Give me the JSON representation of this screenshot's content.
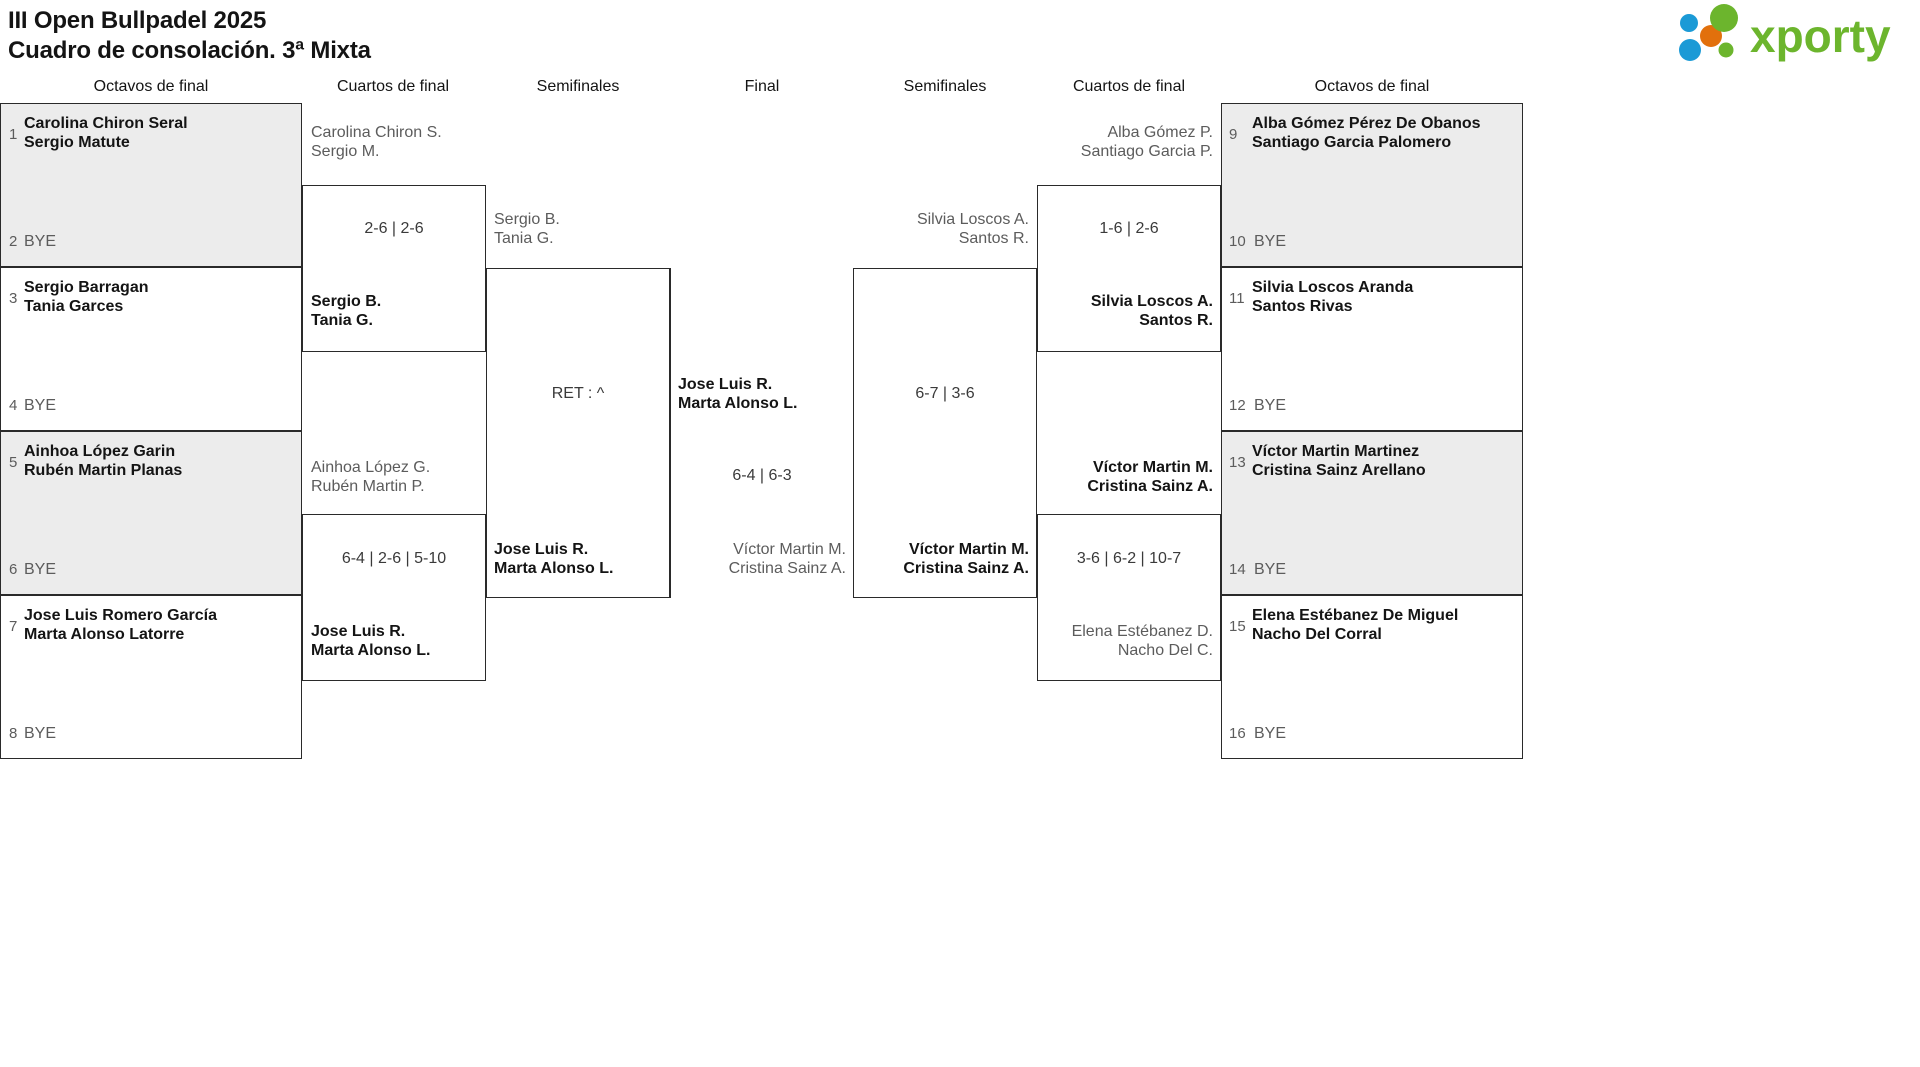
{
  "header": {
    "title_line1": "III Open Bullpadel 2025",
    "title_line2": "Cuadro de consolación. 3ª Mixta",
    "logo_text": "xporty",
    "logo_colors": {
      "blue": "#1b9ad6",
      "orange": "#e2700c",
      "green": "#6cb52d"
    }
  },
  "columns": [
    {
      "label": "Octavos de final"
    },
    {
      "label": "Cuartos de final"
    },
    {
      "label": "Semifinales"
    },
    {
      "label": "Final"
    },
    {
      "label": "Semifinales"
    },
    {
      "label": "Cuartos de final"
    },
    {
      "label": "Octavos de final"
    }
  ],
  "bye_label": "BYE",
  "left": {
    "round16": [
      {
        "seed": "1",
        "line1": "Carolina Chiron Seral",
        "line2": "Sergio Matute"
      },
      {
        "seed": "2",
        "bye": "BYE"
      },
      {
        "seed": "3",
        "line1": "Sergio Barragan",
        "line2": "Tania Garces"
      },
      {
        "seed": "4",
        "bye": "BYE"
      },
      {
        "seed": "5",
        "line1": "Ainhoa López Garin",
        "line2": "Rubén Martin Planas"
      },
      {
        "seed": "6",
        "bye": "BYE"
      },
      {
        "seed": "7",
        "line1": "Jose Luis Romero García",
        "line2": "Marta Alonso Latorre"
      },
      {
        "seed": "8",
        "bye": "BYE"
      }
    ],
    "quarters": [
      {
        "top_line1": "Carolina Chiron S.",
        "top_line2": "Sergio M.",
        "top_winner": false,
        "bottom_line1": "Sergio B.",
        "bottom_line2": "Tania G.",
        "bottom_winner": true,
        "score": "2-6 | 2-6"
      },
      {
        "top_line1": "Ainhoa López G.",
        "top_line2": "Rubén Martin P.",
        "top_winner": false,
        "bottom_line1": "Jose Luis R.",
        "bottom_line2": "Marta Alonso L.",
        "bottom_winner": true,
        "score": "6-4 | 2-6 | 5-10"
      }
    ],
    "semifinal": {
      "top_line1": "Sergio B.",
      "top_line2": "Tania G.",
      "top_winner": false,
      "bottom_line1": "Jose Luis R.",
      "bottom_line2": "Marta Alonso L.",
      "bottom_winner": true,
      "score": "RET : ^"
    }
  },
  "final": {
    "champion_line1": "Jose Luis R.",
    "champion_line2": "Marta Alonso L.",
    "score": "6-4 | 6-3",
    "runner_up_line1": "Víctor Martin M.",
    "runner_up_line2": "Cristina Sainz A."
  },
  "right": {
    "round16": [
      {
        "seed": "9",
        "line1": "Alba Gómez Pérez De Obanos",
        "line2": "Santiago Garcia Palomero"
      },
      {
        "seed": "10",
        "bye": "BYE"
      },
      {
        "seed": "11",
        "line1": "Silvia Loscos Aranda",
        "line2": "Santos Rivas"
      },
      {
        "seed": "12",
        "bye": "BYE"
      },
      {
        "seed": "13",
        "line1": "Víctor Martin Martinez",
        "line2": "Cristina Sainz Arellano"
      },
      {
        "seed": "14",
        "bye": "BYE"
      },
      {
        "seed": "15",
        "line1": "Elena Estébanez De Miguel",
        "line2": "Nacho Del Corral"
      },
      {
        "seed": "16",
        "bye": "BYE"
      }
    ],
    "quarters": [
      {
        "top_line1": "Alba Gómez P.",
        "top_line2": "Santiago Garcia P.",
        "top_winner": false,
        "bottom_line1": "Silvia Loscos A.",
        "bottom_line2": "Santos R.",
        "bottom_winner": true,
        "score": "1-6 | 2-6"
      },
      {
        "top_line1": "Víctor Martin M.",
        "top_line2": "Cristina Sainz A.",
        "top_winner": true,
        "bottom_line1": "Elena Estébanez D.",
        "bottom_line2": "Nacho Del C.",
        "bottom_winner": false,
        "score": "3-6 | 6-2 | 10-7"
      }
    ],
    "semifinal": {
      "top_line1": "Silvia Loscos A.",
      "top_line2": "Santos R.",
      "top_winner": false,
      "bottom_line1": "Víctor Martin M.",
      "bottom_line2": "Cristina Sainz A.",
      "bottom_winner": true,
      "score": "6-7 | 3-6"
    }
  }
}
